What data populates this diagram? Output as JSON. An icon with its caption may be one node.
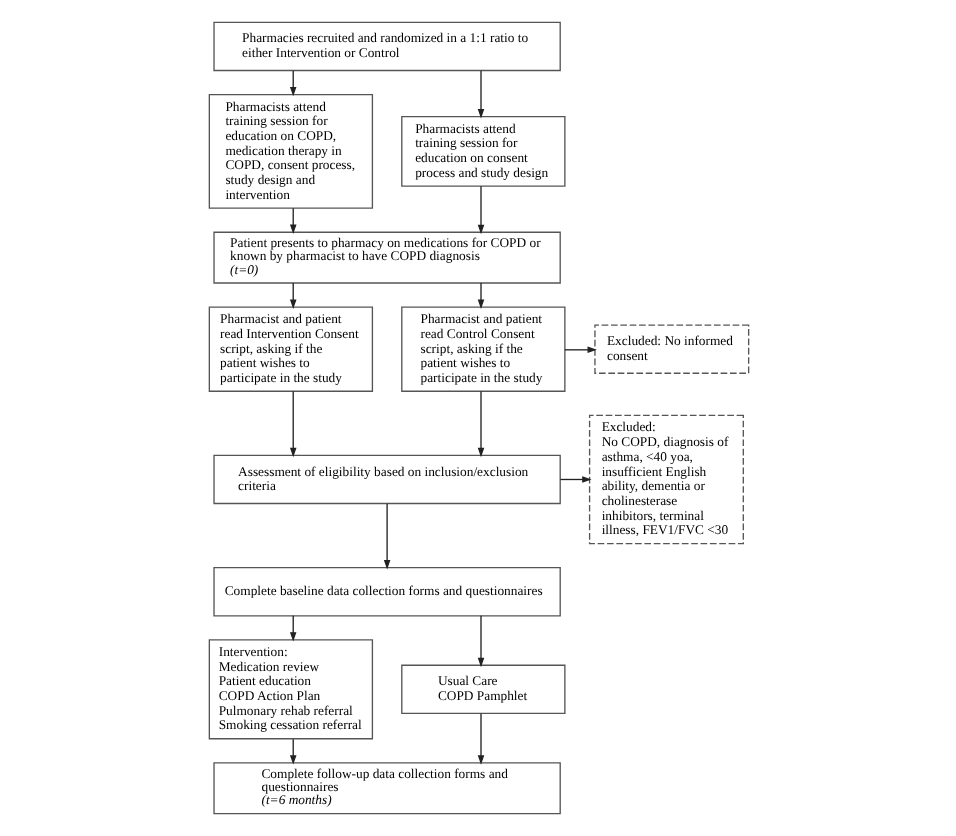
{
  "diagram": {
    "nodes": [
      {
        "text": [
          "Pharmacies recruited and randomized in a 1:1 ratio to either Intervention or Control"
        ]
      },
      {
        "text": [
          "Pharmacists attend training session for education on COPD, medication therapy in COPD, consent process, study design and intervention"
        ]
      },
      {
        "text": [
          "Pharmacists attend training session for education on consent process and study design"
        ]
      },
      {
        "text": [
          "Patient presents to pharmacy on medications for COPD or known by pharmacist to have COPD diagnosis",
          "(t=0)"
        ]
      },
      {
        "text": [
          "Pharmacist and patient read Intervention Consent script, asking if the patient wishes to participate in the study"
        ]
      },
      {
        "text": [
          "Pharmacist and patient read Control Consent script, asking if the patient wishes to participate in the study"
        ]
      },
      {
        "text": [
          "Excluded: No informed consent"
        ]
      },
      {
        "text": [
          "Assessment of eligibility based on inclusion/exclusion criteria"
        ]
      },
      {
        "text": [
          "Excluded:",
          "No COPD, diagnosis of asthma, <40 yoa, insufficient English ability, dementia or cholinesterase inhibitors, terminal illness, FEV1/FVC <30"
        ]
      },
      {
        "text": [
          "Complete baseline data collection forms and questionnaires"
        ]
      },
      {
        "text": [
          "Intervention:",
          "Medication review",
          "Patient education",
          "COPD Action Plan",
          "Pulmonary rehab referral",
          "Smoking cessation referral"
        ]
      },
      {
        "text": [
          "Usual Care",
          "COPD Pamphlet"
        ]
      },
      {
        "text": [
          "Complete follow-up data collection forms and questionnaires",
          "(t=6 months)"
        ]
      }
    ],
    "edges": [
      {
        "from": 0,
        "to": 1,
        "arrow": "to"
      },
      {
        "from": 0,
        "to": 2,
        "arrow": "to"
      },
      {
        "from": 1,
        "to": 3,
        "arrow": "to"
      },
      {
        "from": 2,
        "to": 3,
        "arrow": "to"
      },
      {
        "from": 3,
        "to": 4,
        "arrow": "to"
      },
      {
        "from": 3,
        "to": 5,
        "arrow": "to"
      },
      {
        "from": 5,
        "to": 6,
        "arrow": "to"
      },
      {
        "from": 4,
        "to": 7,
        "arrow": "to"
      },
      {
        "from": 5,
        "to": 7,
        "arrow": "to"
      },
      {
        "from": 7,
        "to": 8,
        "arrow": "to"
      },
      {
        "from": 7,
        "to": 9,
        "arrow": "to"
      },
      {
        "from": 9,
        "to": 10,
        "arrow": "to"
      },
      {
        "from": 9,
        "to": 11,
        "arrow": "to"
      },
      {
        "from": 10,
        "to": 12,
        "arrow": "to"
      },
      {
        "from": 11,
        "to": 12,
        "arrow": "to"
      }
    ]
  }
}
